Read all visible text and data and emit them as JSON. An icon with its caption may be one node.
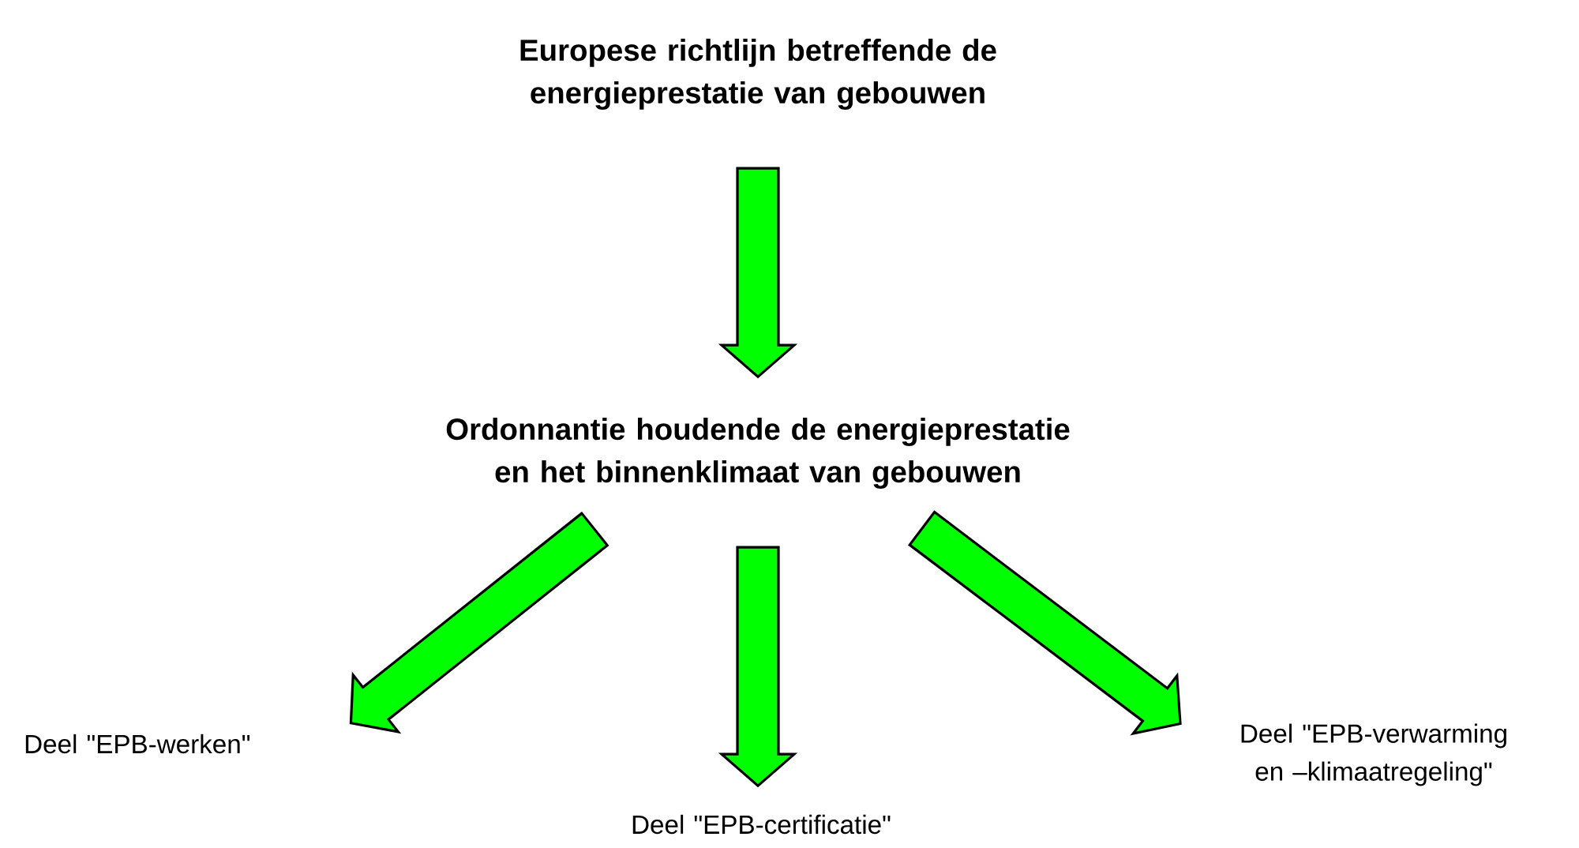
{
  "diagram": {
    "nodes": [
      {
        "text": [
          "Europese richtlijn betreffende de energieprestatie van gebouwen"
        ]
      },
      {
        "text": [
          "Ordonnantie houdende de energieprestatie en het binnenklimaat van gebouwen"
        ]
      },
      {
        "text": [
          "Deel \"EPB-werken\""
        ]
      },
      {
        "text": [
          "Deel \"EPB-certificatie\""
        ]
      },
      {
        "text": [
          "Deel \"EPB-verwarming en –klimaatregeling\""
        ]
      }
    ],
    "edges": [
      {
        "from": 0,
        "to": 1,
        "arrow": "to"
      },
      {
        "from": 1,
        "to": 2,
        "arrow": "to"
      },
      {
        "from": 1,
        "to": 3,
        "arrow": "to"
      },
      {
        "from": 1,
        "to": 4,
        "arrow": "to"
      }
    ]
  }
}
